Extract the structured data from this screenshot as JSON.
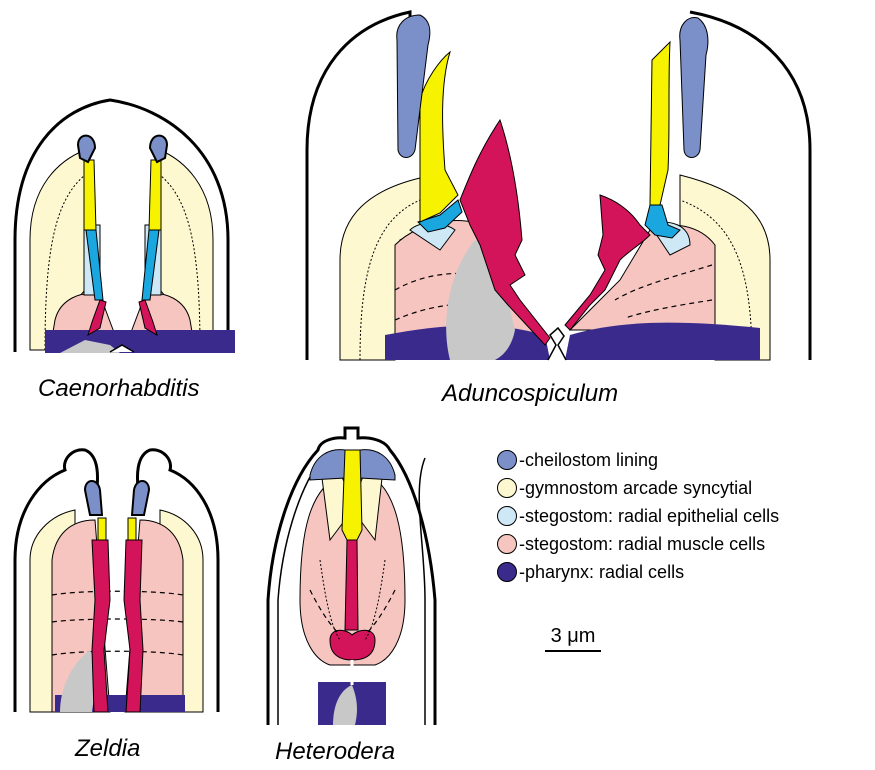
{
  "panels": {
    "caenorhabditis": "Caenorhabditis",
    "aduncospiculum": "Aduncospiculum",
    "zeldia": "Zeldia",
    "heterodera": "Heterodera"
  },
  "legend": [
    {
      "label": "-cheilostom lining",
      "color": "#7b8fc8"
    },
    {
      "label": "-gymnostom arcade syncytial",
      "color": "#fdf8cf"
    },
    {
      "label": "-stegostom: radial epithelial cells",
      "color": "#cfe8f6"
    },
    {
      "label": "-stegostom: radial muscle cells",
      "color": "#f6c5c0"
    },
    {
      "label": "-pharynx: radial cells",
      "color": "#3a2a8c"
    }
  ],
  "scale_bar": "3 μm",
  "colors": {
    "cheilostom": "#7b8fc8",
    "gymnostom": "#fdf8cf",
    "epithelial": "#cfe8f6",
    "muscle": "#f6c5c0",
    "pharynx": "#3a2a8c",
    "yellow": "#f7f200",
    "cyan": "#1aa7df",
    "crimson": "#d4145a",
    "gray": "#c8c8c8"
  }
}
